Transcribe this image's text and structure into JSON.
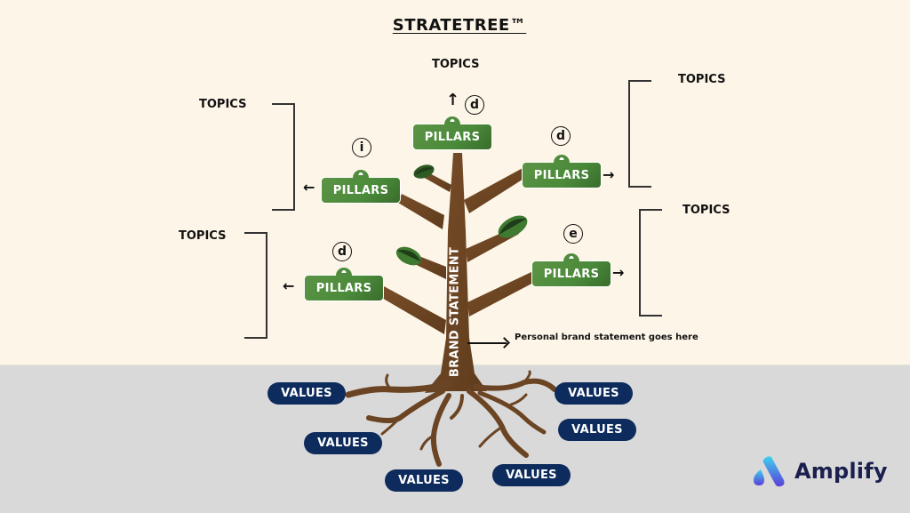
{
  "title": "STRATETREE™",
  "topics": {
    "top": "TOPICS",
    "upper_left": "TOPICS",
    "upper_right": "TOPICS",
    "lower_left": "TOPICS",
    "lower_right": "TOPICS"
  },
  "pillars": [
    {
      "id": "top",
      "label": "PILLARS",
      "badge": "d",
      "arrow": "↑"
    },
    {
      "id": "upper-left",
      "label": "PILLARS",
      "badge": "i",
      "arrow": "←"
    },
    {
      "id": "upper-right",
      "label": "PILLARS",
      "badge": "d",
      "arrow": "→"
    },
    {
      "id": "lower-left",
      "label": "PILLARS",
      "badge": "d",
      "arrow": "←"
    },
    {
      "id": "lower-right",
      "label": "PILLARS",
      "badge": "e",
      "arrow": "→"
    }
  ],
  "trunk_label": "BRAND STATEMENT",
  "statement_note": "Personal brand statement goes here",
  "values": [
    "VALUES",
    "VALUES",
    "VALUES",
    "VALUES",
    "VALUES",
    "VALUES"
  ],
  "logo": {
    "name": "Amplify",
    "icon": "amplify-logo-icon"
  },
  "colors": {
    "background": "#fdf6e8",
    "ground": "#d9d9d9",
    "pillar_green": "#4a8a3a",
    "trunk_brown": "#6b4423",
    "values_navy": "#0d2b5c",
    "logo_text": "#1a1f4e"
  }
}
